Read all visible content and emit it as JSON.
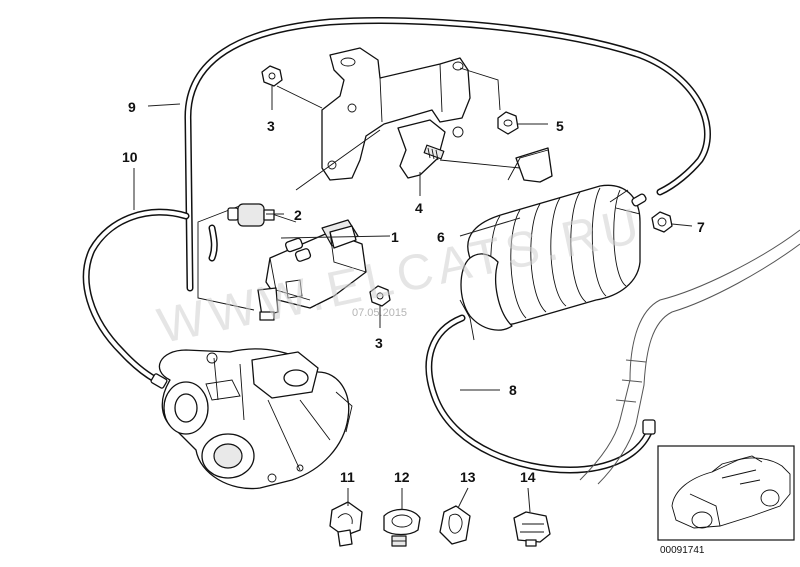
{
  "callouts": [
    {
      "id": "p1",
      "label": "1"
    },
    {
      "id": "p2",
      "label": "2"
    },
    {
      "id": "p3a",
      "label": "3"
    },
    {
      "id": "p3b",
      "label": "3"
    },
    {
      "id": "p4",
      "label": "4"
    },
    {
      "id": "p5",
      "label": "5"
    },
    {
      "id": "p6",
      "label": "6"
    },
    {
      "id": "p7",
      "label": "7"
    },
    {
      "id": "p8",
      "label": "8"
    },
    {
      "id": "p9",
      "label": "9"
    },
    {
      "id": "p10",
      "label": "10"
    },
    {
      "id": "p11",
      "label": "11"
    },
    {
      "id": "p12",
      "label": "12"
    },
    {
      "id": "p13",
      "label": "13"
    },
    {
      "id": "p14",
      "label": "14"
    }
  ],
  "watermark": {
    "text": "WWW.ELCATS.RU",
    "date": "07.05.2015"
  },
  "document_number": "00091741",
  "colors": {
    "ink": "#111111",
    "watermark": "#cfcfcf",
    "background": "#ffffff"
  }
}
